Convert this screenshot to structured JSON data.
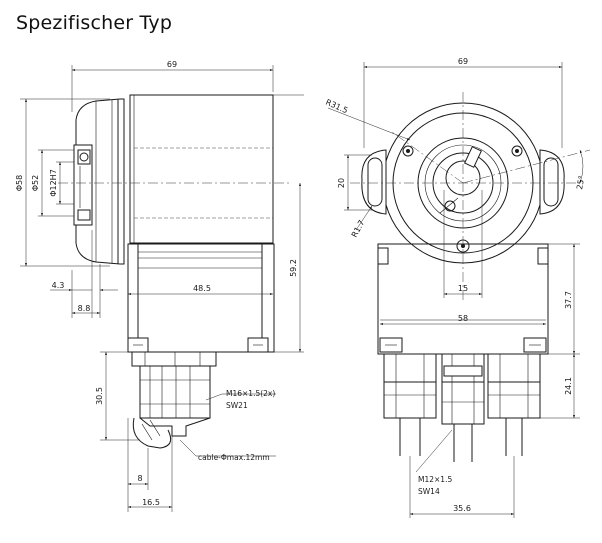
{
  "title": "Spezifischer Typ",
  "side_view": {
    "dims": {
      "width_total": "69",
      "dia_flange": "Φ58",
      "dia_hole": "Φ12H7",
      "dia_pilot": "Φ52",
      "offset_43": "4.3",
      "offset_88": "8.8",
      "length_485": "48.5",
      "height_592": "59.2",
      "height_305": "30.5",
      "width_8": "8",
      "width_165": "16.5"
    },
    "notes": {
      "connector": "M16×1.5(2x)",
      "wrench": "SW21",
      "cable": "cable-Φmax.12mm"
    }
  },
  "front_view": {
    "dims": {
      "width_total": "69",
      "radius_r315": "R31.5",
      "radius_r17": "R1.7",
      "slot_20": "20",
      "angle_25": "25°",
      "width_15": "15",
      "width_58": "58",
      "height_377": "37.7",
      "height_241": "24.1",
      "width_356": "35.6"
    },
    "notes": {
      "connector": "M12×1.5",
      "wrench": "SW14"
    }
  }
}
